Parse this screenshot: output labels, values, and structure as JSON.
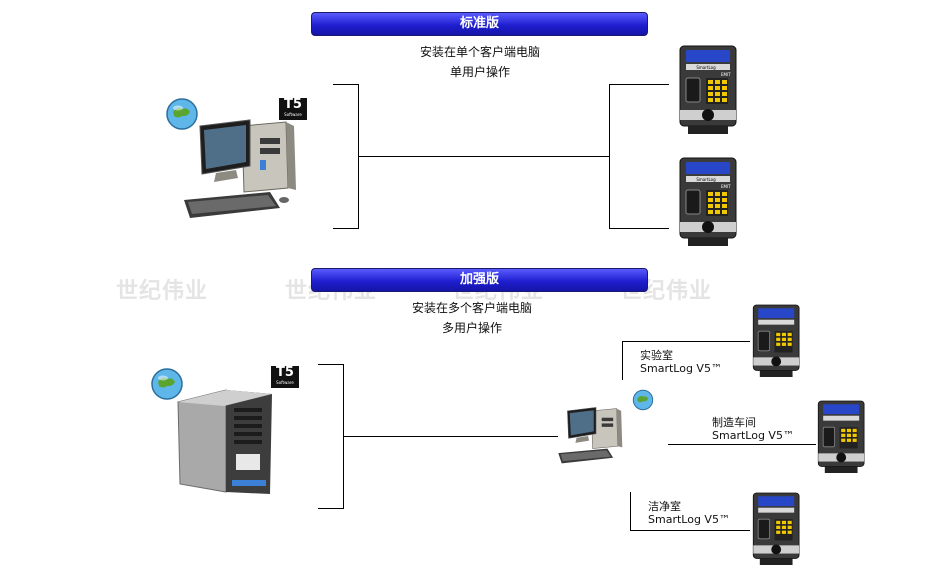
{
  "standard": {
    "title": "标准版",
    "line1": "安装在单个客户端电脑",
    "line2": "单用户操作"
  },
  "enhanced": {
    "title": "加强版",
    "line1": "安装在多个客户端电脑",
    "line2": "多用户操作",
    "clients": [
      {
        "place": "实验室",
        "product": "SmartLog V5™"
      },
      {
        "place": "制造车间",
        "product": "SmartLog V5™"
      },
      {
        "place": "洁净室",
        "product": "SmartLog V5™"
      }
    ]
  },
  "logo": {
    "big": "T5",
    "small": "Software"
  },
  "watermark": "世纪伟业",
  "device": {
    "brand": "SmartLog",
    "maker": "EMIT"
  }
}
